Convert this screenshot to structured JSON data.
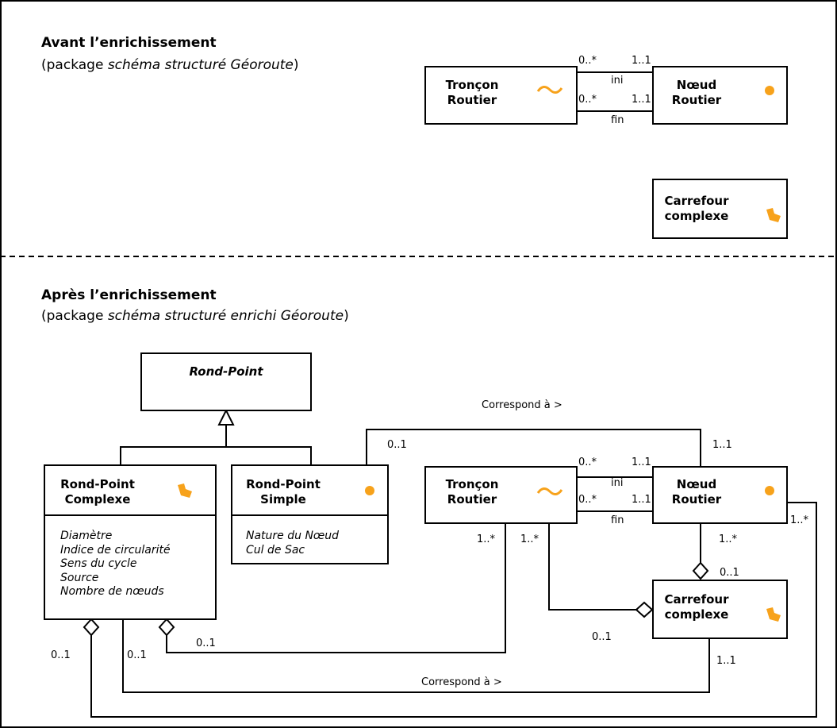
{
  "before": {
    "title": "Avant l’enrichissement",
    "package_prefix": "(package ",
    "package_name": "schéma structuré Géoroute",
    "package_suffix": ")",
    "troncon": {
      "line1": "Tronçon",
      "line2": "Routier"
    },
    "noeud": {
      "line1": "Nœud",
      "line2": "Routier"
    },
    "carrefour": {
      "line1": "Carrefour",
      "line2": "complexe"
    },
    "assoc_ini": {
      "label": "ini",
      "mult_left": "0..*",
      "mult_right": "1..1"
    },
    "assoc_fin": {
      "label": "fin",
      "mult_left": "0..*",
      "mult_right": "1..1"
    }
  },
  "after": {
    "title": "Après l’enrichissement",
    "package_prefix": "(package ",
    "package_name": "schéma structuré enrichi Géoroute",
    "package_suffix": ")",
    "rond_point": {
      "name": "Rond-Point"
    },
    "rp_complexe": {
      "line1": "Rond-Point",
      "line2": "Complexe",
      "attributes": [
        "Diamètre",
        "Indice de circularité",
        "Sens du cycle",
        "Source",
        "Nombre de nœuds"
      ]
    },
    "rp_simple": {
      "line1": "Rond-Point",
      "line2": "Simple",
      "attributes": [
        "Nature du Nœud",
        "Cul de Sac"
      ]
    },
    "troncon": {
      "line1": "Tronçon",
      "line2": "Routier"
    },
    "noeud": {
      "line1": "Nœud",
      "line2": "Routier"
    },
    "carrefour": {
      "line1": "Carrefour",
      "line2": "complexe"
    },
    "assoc_ini": {
      "label": "ini",
      "mult_left": "0..*",
      "mult_right": "1..1"
    },
    "assoc_fin": {
      "label": "fin",
      "mult_left": "0..*",
      "mult_right": "1..1"
    },
    "corresp_top": {
      "label": "Correspond à >",
      "mult_simple": "0..1",
      "mult_noeud": "1..1"
    },
    "corresp_bottom": {
      "label": "Correspond à >",
      "mult_complexe": "0..1",
      "mult_carrefour": "1..1"
    },
    "troncon_rpc": {
      "mult_troncon": "1..*",
      "mult_rpc": "0..1"
    },
    "troncon_carrefour": {
      "mult_troncon": "1..*",
      "mult_carrefour": "0..1"
    },
    "noeud_carrefour": {
      "mult_noeud": "1..*",
      "mult_carrefour": "0..1"
    },
    "noeud_rpc": {
      "mult_noeud": "1..*",
      "mult_rpc": "0..1"
    }
  },
  "colors": {
    "icon": "#f7a21b",
    "line": "#000000",
    "border": "#000000"
  },
  "icons": {
    "line_icon": "wavy-line-icon",
    "point_icon": "dot-icon",
    "area_icon": "polygon-icon"
  }
}
